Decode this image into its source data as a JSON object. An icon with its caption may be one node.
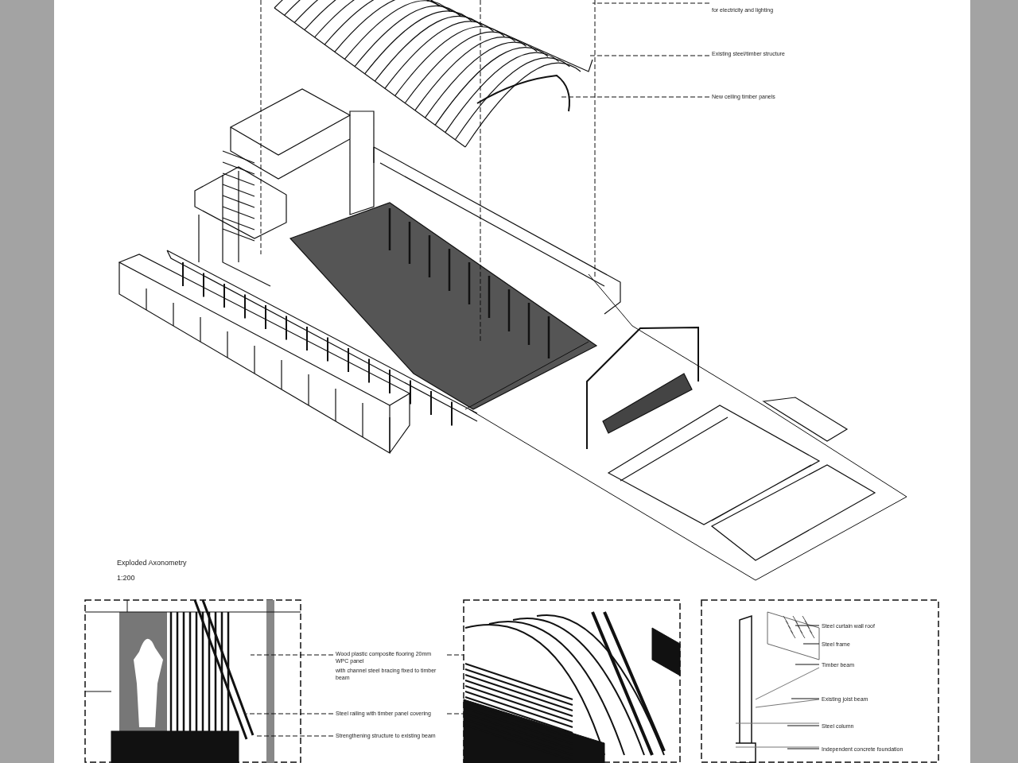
{
  "diagram": {
    "nodes": [
      {
        "text": [
          "for electricity and lighting"
        ]
      },
      {
        "text": [
          "Existing steel/timber structure"
        ]
      },
      {
        "text": [
          "New ceiling timber panels"
        ]
      },
      {
        "text": [
          "Wood plastic composite flooring 20mm WPC panel",
          "with channel steel bracing fixed to timber beam"
        ]
      },
      {
        "text": [
          "Steel railing with timber panel covering"
        ]
      },
      {
        "text": [
          "Strengthening structure to existing beam"
        ]
      },
      {
        "text": [
          "Steel curtain wall roof"
        ]
      },
      {
        "text": [
          "Steel frame"
        ]
      },
      {
        "text": [
          "Timber beam"
        ]
      },
      {
        "text": [
          "Existing joist beam"
        ]
      },
      {
        "text": [
          "Steel column"
        ]
      },
      {
        "text": [
          "Independent concrete foundation"
        ]
      },
      {
        "text": [],
        "shape": "picture"
      }
    ],
    "edges": [
      {
        "from": 0,
        "to": null,
        "arrow": "none",
        "style": "dashed"
      },
      {
        "from": 1,
        "to": null,
        "arrow": "none",
        "style": "dashed"
      },
      {
        "from": 2,
        "to": null,
        "arrow": "none",
        "style": "dashed"
      },
      {
        "from": 3,
        "to": null,
        "arrow": "none",
        "style": "dashed"
      },
      {
        "from": 3,
        "to": 12,
        "arrow": "none",
        "style": "dashed"
      },
      {
        "from": 4,
        "to": null,
        "arrow": "none",
        "style": "dashed"
      },
      {
        "from": 4,
        "to": 12,
        "arrow": "none",
        "style": "dashed"
      },
      {
        "from": 5,
        "to": null,
        "arrow": "none",
        "style": "dashed"
      },
      {
        "from": 6,
        "to": null,
        "arrow": "none"
      },
      {
        "from": 7,
        "to": null,
        "arrow": "none"
      },
      {
        "from": 8,
        "to": null,
        "arrow": "none"
      },
      {
        "from": 9,
        "to": null,
        "arrow": "none"
      },
      {
        "from": 10,
        "to": null,
        "arrow": "none"
      },
      {
        "from": 11,
        "to": null,
        "arrow": "none"
      }
    ],
    "labels": [
      "Exploded Axonometry",
      "1:200"
    ]
  }
}
